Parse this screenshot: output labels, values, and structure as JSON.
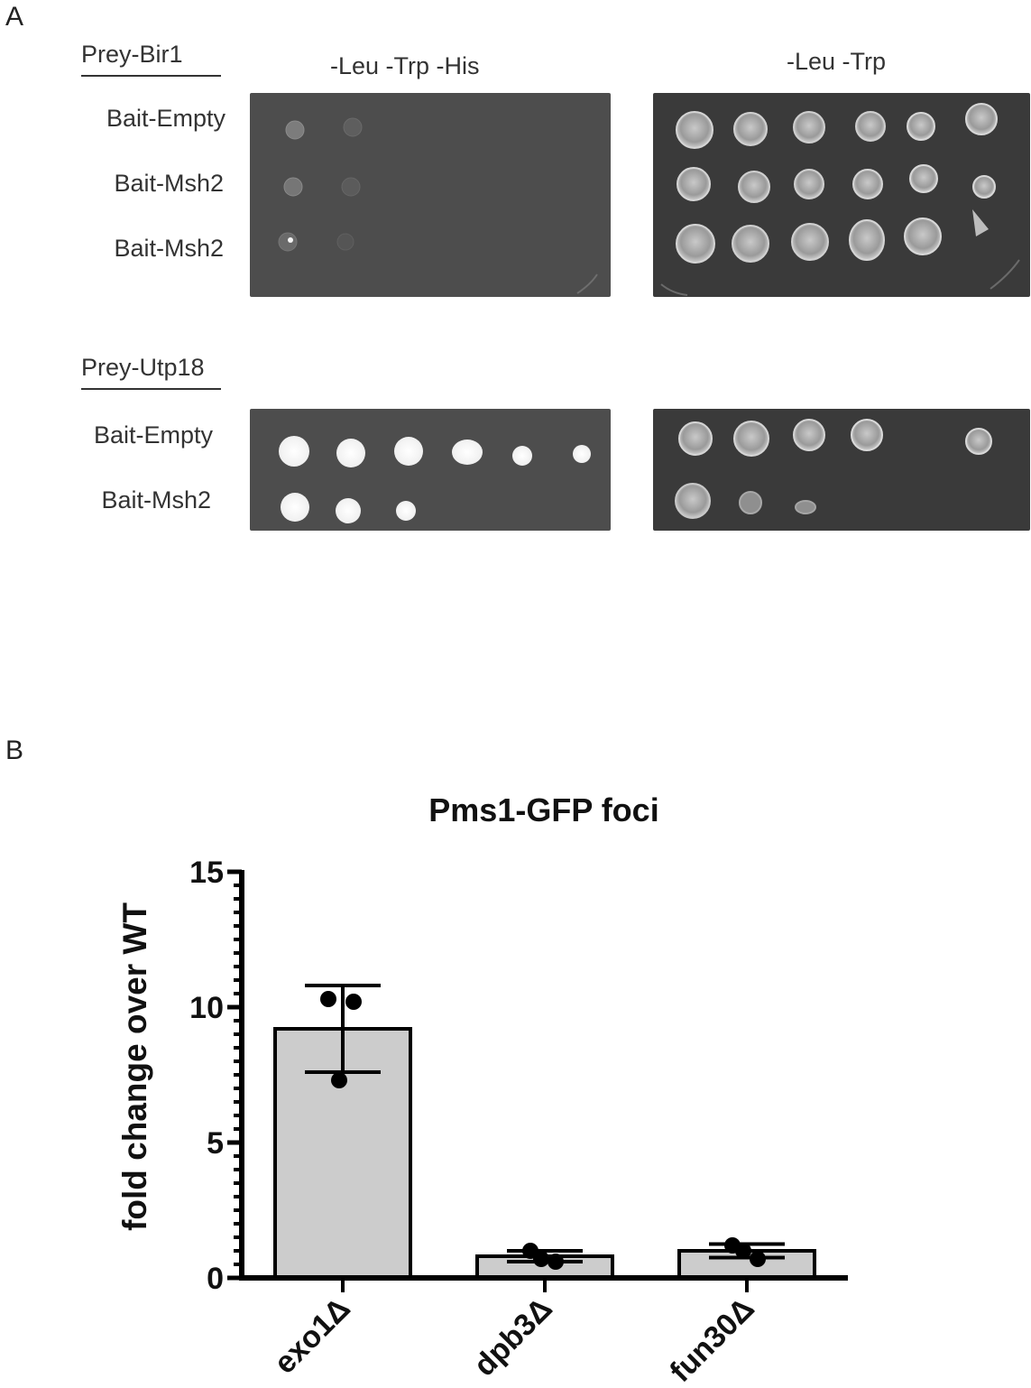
{
  "panel_a": {
    "letter": "A",
    "conditions": [
      "-Leu -Trp -His",
      "-Leu -Trp"
    ],
    "groups": [
      {
        "prey": "Prey-Bir1",
        "baits": [
          "Bait-Empty",
          "Bait-Msh2",
          "Bait-Msh2"
        ]
      },
      {
        "prey": "Prey-Utp18",
        "baits": [
          "Bait-Empty",
          "Bait-Msh2"
        ]
      }
    ]
  },
  "panel_b": {
    "letter": "B"
  },
  "chart_data": {
    "type": "bar",
    "title": "Pms1-GFP foci",
    "xlabel": "",
    "ylabel": "fold change over WT",
    "categories": [
      "exo1Δ",
      "dpb3Δ",
      "fun30Δ"
    ],
    "values": [
      9.2,
      0.8,
      1.0
    ],
    "error": [
      1.6,
      0.2,
      0.25
    ],
    "points": [
      [
        10.3,
        10.2,
        7.3
      ],
      [
        1.0,
        0.6,
        0.7
      ],
      [
        1.2,
        0.7,
        1.0
      ]
    ],
    "ylim": [
      0,
      15
    ],
    "yticks": [
      0,
      5,
      10,
      15
    ],
    "grid": false,
    "colors": {
      "bar_fill": "#cccccc",
      "bar_stroke": "#000000",
      "point": "#000000"
    }
  }
}
